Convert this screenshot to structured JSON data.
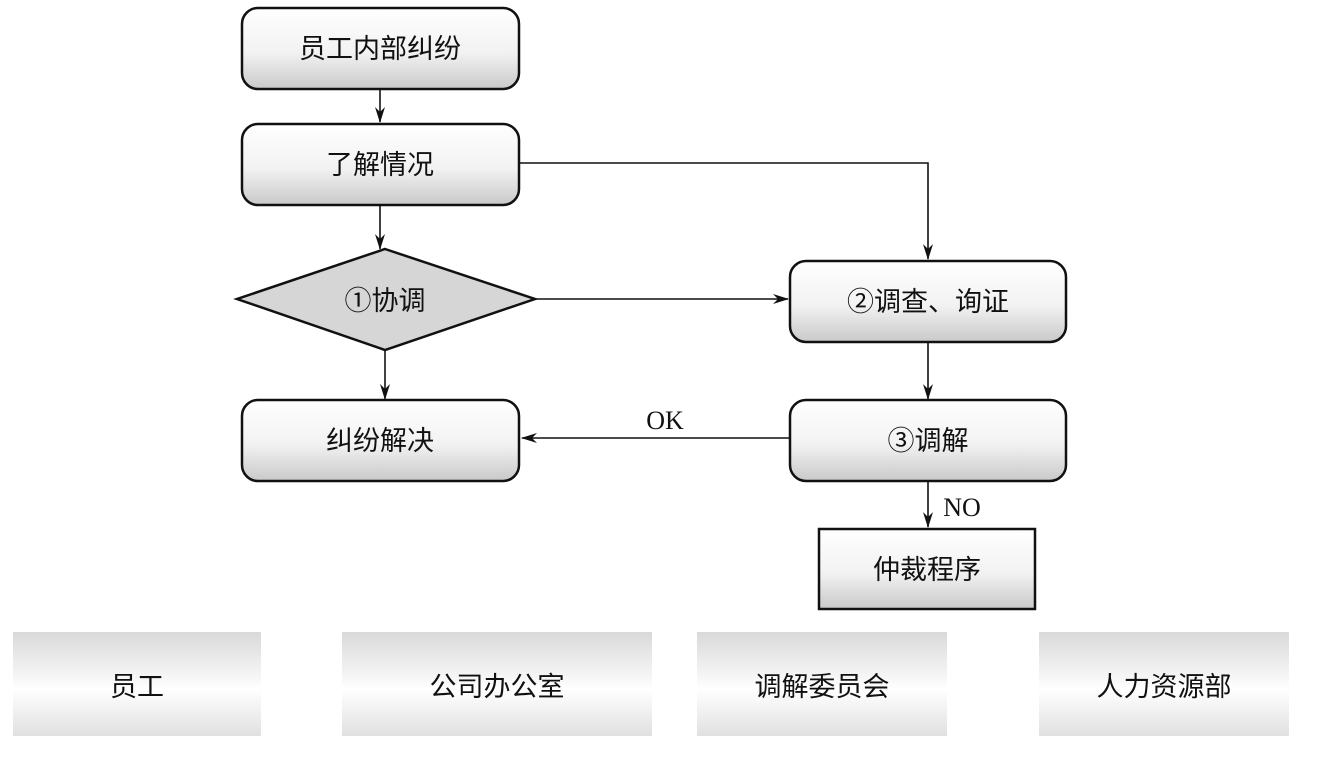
{
  "nodes": {
    "dispute": "员工内部纠纷",
    "understand": "了解情况",
    "coordinate": "①协调",
    "investigate": "②调查、询证",
    "resolved": "纠纷解决",
    "mediate": "③调解",
    "arbitration": "仲裁程序"
  },
  "edges": {
    "ok": "OK",
    "no": "NO"
  },
  "lanes": [
    "员工",
    "公司办公室",
    "调解委员会",
    "人力资源部"
  ]
}
